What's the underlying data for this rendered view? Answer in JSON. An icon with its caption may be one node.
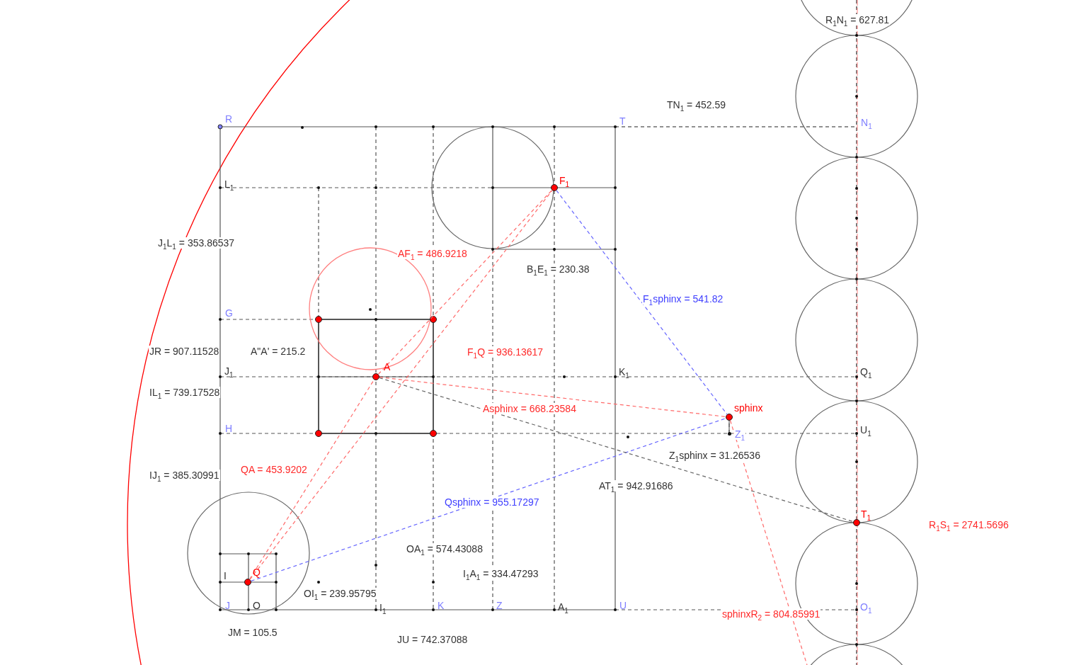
{
  "diagram": {
    "nodes": [
      {
        "text": [],
        "shape": "circle",
        "beside": [
          "A"
        ]
      },
      {
        "text": [],
        "shape": "circle",
        "beside": [
          "F$_{1}$"
        ]
      },
      {
        "text": [],
        "shape": "circle",
        "beside": [
          "Q"
        ]
      },
      {
        "text": [],
        "shape": "circle",
        "beside": [
          "sphinx"
        ]
      },
      {
        "text": [],
        "shape": "circle",
        "beside": [
          "T$_{1}$"
        ]
      },
      {
        "text": [],
        "shape": "circle",
        "beside": [
          "Z$_{1}$"
        ]
      }
    ],
    "edges": [
      {
        "from": 2,
        "to": 0,
        "arrow": "none",
        "style": "dashed"
      },
      {
        "from": 2,
        "to": 1,
        "arrow": "none",
        "style": "dashed"
      },
      {
        "from": 0,
        "to": 1,
        "arrow": "none",
        "style": "dashed"
      },
      {
        "from": 0,
        "to": 3,
        "arrow": "none",
        "style": "dashed"
      },
      {
        "from": 1,
        "to": 3,
        "arrow": "none",
        "style": "dashed",
        "color": "#6666ff"
      },
      {
        "from": 2,
        "to": 3,
        "arrow": "none",
        "style": "dashed",
        "color": "#6666ff"
      },
      {
        "from": 0,
        "to": 4,
        "arrow": "none",
        "style": "dashed",
        "color": "#666666"
      },
      {
        "from": 3,
        "to": 5,
        "arrow": "none",
        "style": "dashed",
        "color": "#666666"
      },
      {
        "from": 3,
        "to": null,
        "arrow": "none",
        "style": "dashed"
      }
    ],
    "labels": [
      "R$_{1}$N$_{1}$ = 627.81",
      "TN$_{1}$ = 452.59",
      "R",
      "T",
      "N$_{1}$",
      "L$_{1}$",
      "J$_{1}$L$_{1}$ = 353.86537",
      "AF$_{1}$ = 486.9218",
      "B$_{1}$E$_{1}$ = 230.38",
      "F$_{1}$sphinx = 541.82",
      "G",
      "JR = 907.11528",
      "A\"A' = 215.2",
      "F$_{1}$Q = 936.13617",
      "J$_{1}$",
      "K$_{1}$",
      "Q$_{1}$",
      "IL$_{1}$ = 739.17528",
      "Asphinx = 668.23584",
      "H",
      "U$_{1}$",
      "Z$_{1}$sphinx = 31.26536",
      "QA = 453.9202",
      "IJ$_{1}$ = 385.30991",
      "AT$_{1}$ = 942.91686",
      "Qsphinx = 955.17297",
      "R$_{1}$S$_{1}$ = 2741.5696",
      "OA$_{1}$ = 574.43088",
      "I",
      "I$_{1}$A$_{1}$ = 334.47293",
      "OI$_{1}$ = 239.95795",
      "J",
      "O",
      "I$_{1}$",
      "K",
      "Z",
      "A$_{1}$",
      "U",
      "O$_{1}$",
      "sphinxR$_{2}$ = 804.85991",
      "JM = 105.5",
      "JU = 742.37088"
    ]
  }
}
